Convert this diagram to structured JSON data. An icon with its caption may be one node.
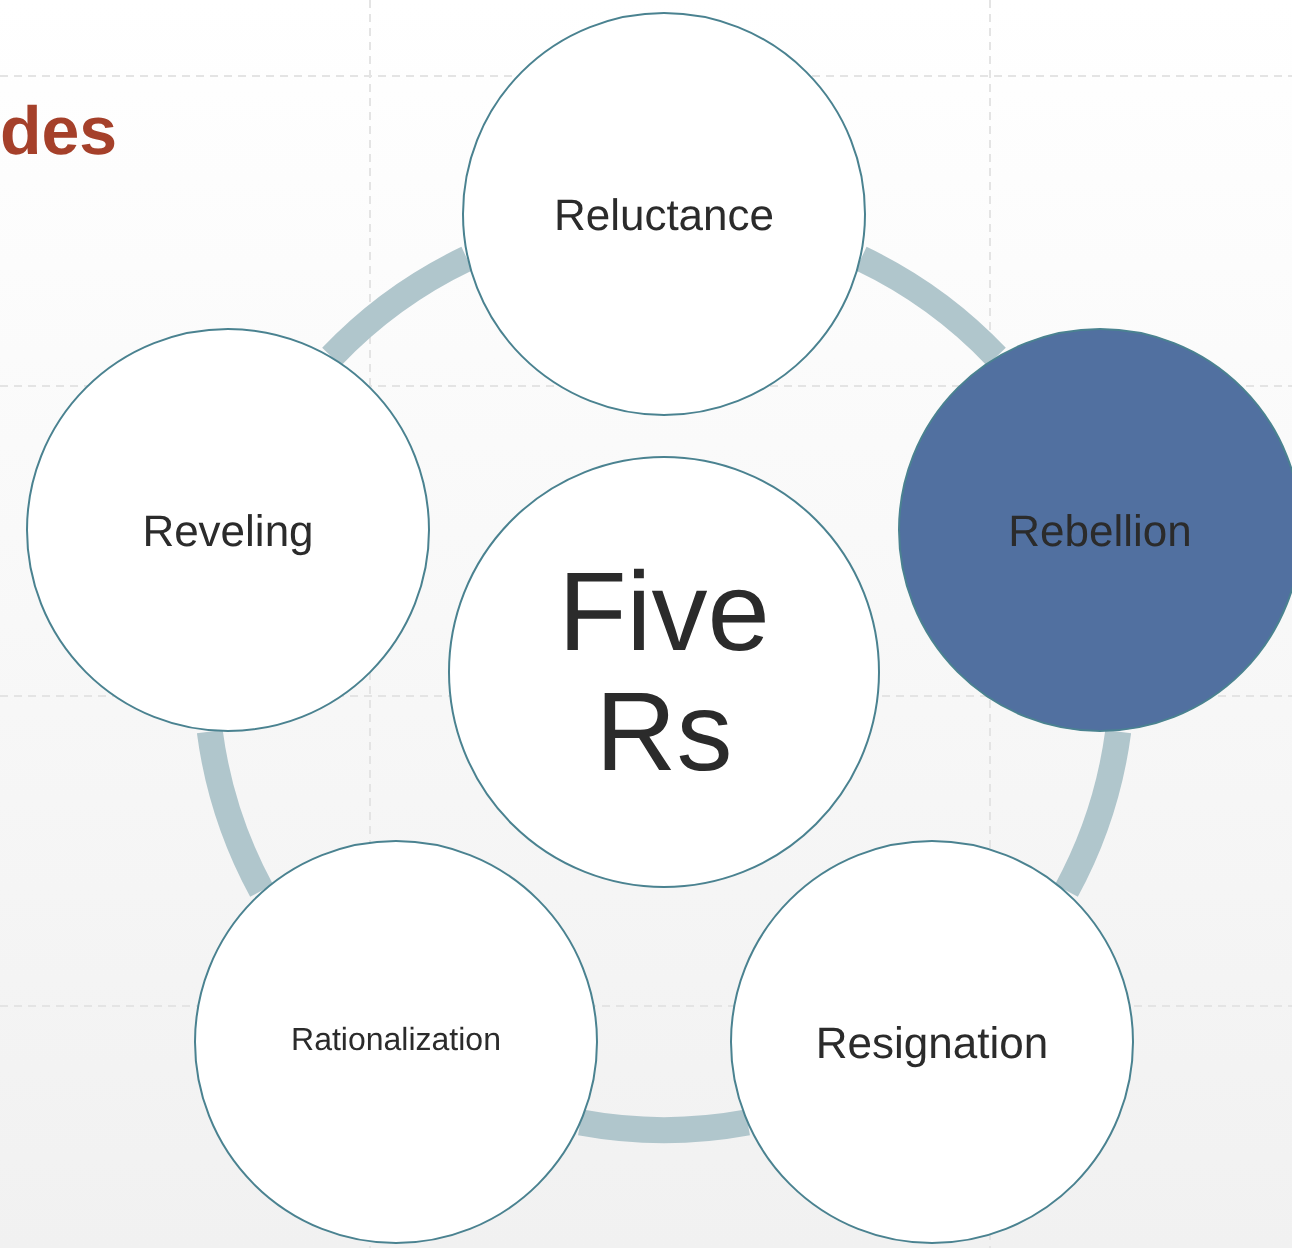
{
  "diagram": {
    "nodes": [
      {
        "text": [
          "Five Rs"
        ]
      },
      {
        "text": [
          "Reluctance"
        ]
      },
      {
        "text": [
          "Rebellion"
        ]
      },
      {
        "text": [
          "Resignation"
        ]
      },
      {
        "text": [
          "Rationalization"
        ]
      },
      {
        "text": [
          "Reveling"
        ]
      }
    ],
    "edges": [
      {
        "from": 1,
        "to": 2,
        "arrow": "none"
      },
      {
        "from": 2,
        "to": 3,
        "arrow": "none"
      },
      {
        "from": 3,
        "to": 4,
        "arrow": "none"
      },
      {
        "from": 4,
        "to": 5,
        "arrow": "none"
      },
      {
        "from": 5,
        "to": 1,
        "arrow": "none"
      }
    ],
    "labels": [
      "des"
    ]
  }
}
